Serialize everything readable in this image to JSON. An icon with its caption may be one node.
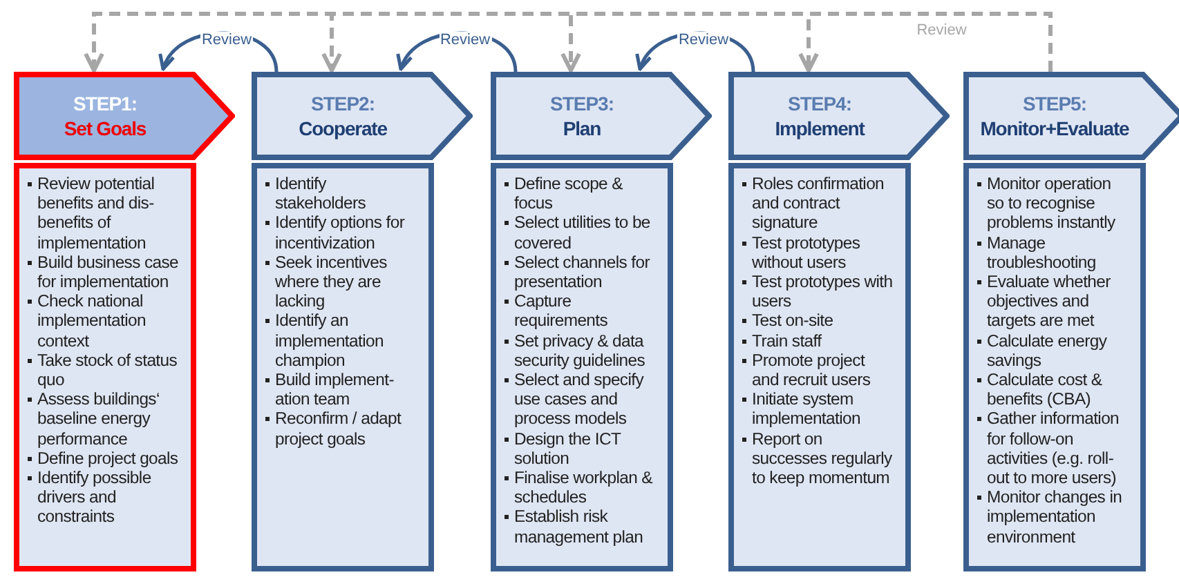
{
  "diagram": {
    "nodes": [
      {
        "text": [
          "STEP1:",
          "Set Goals"
        ]
      },
      {
        "text": [
          "Review potential benefits and dis-benefits of implementation",
          "Build business case for implementation",
          "Check national implementation context",
          "Take stock of status quo",
          "Assess buildings‘ baseline energy performance",
          "Define project goals",
          "Identify possible drivers and constraints"
        ]
      },
      {
        "text": [
          "STEP2:",
          "Cooperate"
        ]
      },
      {
        "text": [
          "Identify stakeholders",
          "Identify options for incentivization",
          "Seek incentives where they are lacking",
          "Identify an implementation champion",
          "Build implement-ation team",
          "Reconfirm / adapt project goals"
        ]
      },
      {
        "text": [
          "STEP3:",
          "Plan"
        ]
      },
      {
        "text": [
          "Define scope & focus",
          "Select utilities to be covered",
          "Select channels for presentation",
          "Capture requirements",
          "Set privacy & data security guidelines",
          "Select and specify use cases and process models",
          "Design the ICT solution",
          "Finalise workplan & schedules",
          "Establish risk management plan"
        ]
      },
      {
        "text": [
          "STEP4:",
          "Implement"
        ]
      },
      {
        "text": [
          "Roles confirmation and contract signature",
          "Test prototypes without users",
          "Test prototypes with users",
          "Test on-site",
          "Train staff",
          "Promote project and recruit users",
          "Initiate system implementation",
          "Report on successes regularly to keep momentum"
        ]
      },
      {
        "text": [
          "STEP5:",
          "Monitor+Evaluate"
        ]
      },
      {
        "text": [
          "Monitor operation so to recognise problems instantly",
          "Manage troubleshooting",
          "Evaluate whether objectives and targets are met",
          "Calculate energy savings",
          "Calculate cost & benefits (CBA)",
          "Gather information for follow-on activities (e.g. roll-out to more users)",
          "Monitor changes in implementation environment"
        ]
      }
    ],
    "edges": [
      {
        "from": 2,
        "to": 0,
        "arrow": "to",
        "label": "Review",
        "color": "#3a5f8f"
      },
      {
        "from": 4,
        "to": 2,
        "arrow": "to",
        "label": "Review",
        "color": "#3a5f8f"
      },
      {
        "from": 6,
        "to": 4,
        "arrow": "to",
        "label": "Review",
        "color": "#3a5f8f"
      },
      {
        "from": 8,
        "to": 0,
        "arrow": "to",
        "style": "dashed"
      },
      {
        "from": 8,
        "to": 2,
        "arrow": "to",
        "style": "dashed"
      },
      {
        "from": 8,
        "to": 4,
        "arrow": "to",
        "style": "dashed"
      },
      {
        "from": 8,
        "to": 6,
        "arrow": "to",
        "style": "dashed",
        "label": "Review"
      }
    ]
  }
}
